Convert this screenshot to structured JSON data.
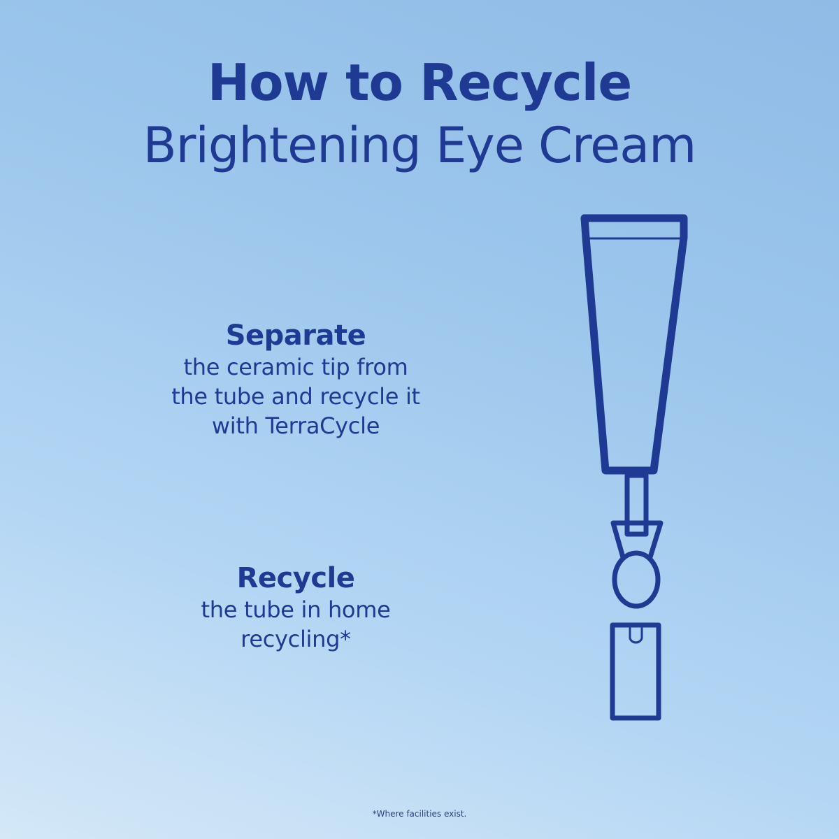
{
  "title": {
    "line1": "How to Recycle",
    "line2": "Brightening Eye Cream"
  },
  "steps": [
    {
      "heading": "Separate",
      "body_lines": [
        "the ceramic tip from",
        "the tube and recycle it",
        "with TerraCycle"
      ]
    },
    {
      "heading": "Recycle",
      "body_lines": [
        "the tube in home",
        "recycling*"
      ]
    }
  ],
  "footnote": "*Where facilities exist.",
  "illustration": {
    "icon": "eye-cream-tube-exploded-icon",
    "parts": [
      "tube-body",
      "tube-neck",
      "ceramic-tip",
      "cap"
    ],
    "stroke_color": "#1f3a93"
  },
  "colors": {
    "text": "#1f3a93",
    "background_top": "#8fbbe6",
    "background_bottom": "#d4e8f7"
  }
}
